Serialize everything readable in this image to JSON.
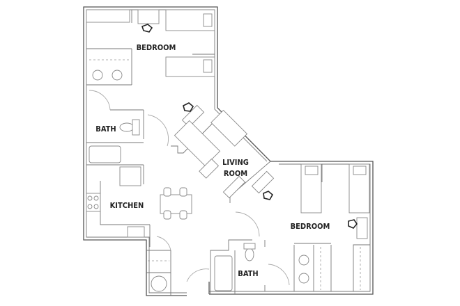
{
  "floor_plan": {
    "rooms": [
      {
        "id": "bedroom-1",
        "label": "BEDROOM"
      },
      {
        "id": "bath-1",
        "label": "BATH"
      },
      {
        "id": "kitchen",
        "label": "KITCHEN"
      },
      {
        "id": "living-room",
        "label": "LIVING",
        "label2": "ROOM"
      },
      {
        "id": "bedroom-2",
        "label": "BEDROOM"
      },
      {
        "id": "bath-2",
        "label": "BATH"
      }
    ]
  }
}
